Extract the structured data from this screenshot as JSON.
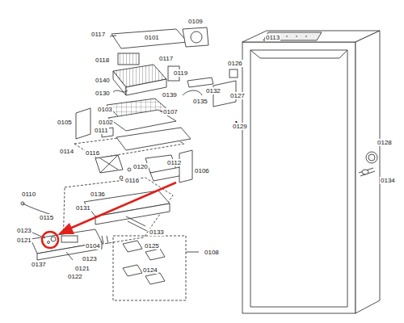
{
  "diagram": {
    "labels": [
      "0117",
      "0101",
      "0109",
      "0113",
      "0118",
      "0117",
      "0140",
      "0119",
      "0126",
      "0130",
      "0139",
      "0132",
      "0135",
      "0127",
      "0107",
      "0103",
      "0129",
      "0105",
      "0102",
      "0111",
      "0128",
      "0114",
      "0116",
      "0120",
      "0112",
      "0106",
      "0134",
      "0116",
      "0110",
      "0136",
      "0131",
      "0115",
      "0133",
      "0123",
      "0121",
      "0104",
      "0125",
      "0108",
      "0137",
      "0123",
      "0121",
      "0124",
      "0122"
    ]
  }
}
